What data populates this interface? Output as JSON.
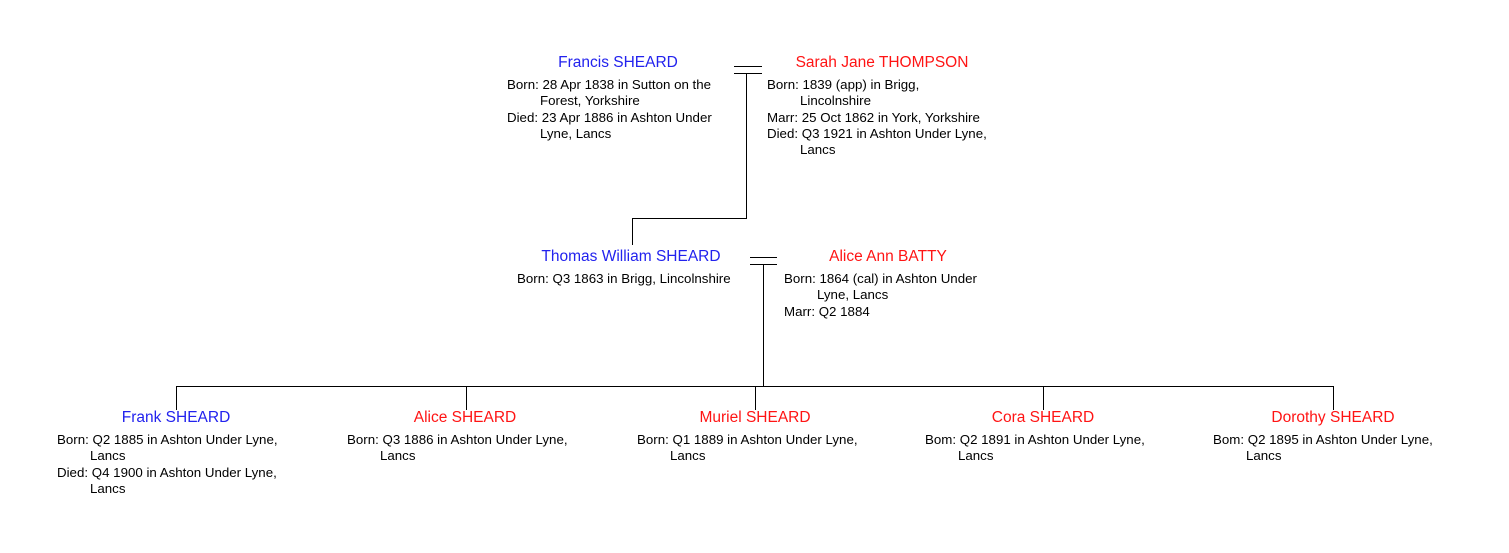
{
  "colors": {
    "male_name": "#2222ee",
    "female_name": "#ff1414",
    "connector": "#000000",
    "detail_text": "#000000",
    "background": "#ffffff"
  },
  "generation1": {
    "husband": {
      "name": "Francis SHEARD",
      "gender": "male",
      "details": [
        {
          "text": "Born: 28 Apr 1838 in Sutton on the",
          "indent": false
        },
        {
          "text": "Forest, Yorkshire",
          "indent": true
        },
        {
          "text": "Died: 23 Apr 1886 in Ashton Under",
          "indent": false
        },
        {
          "text": "Lyne, Lancs",
          "indent": true
        }
      ]
    },
    "wife": {
      "name": "Sarah Jane THOMPSON",
      "gender": "female",
      "details": [
        {
          "text": "Born: 1839 (app) in Brigg,",
          "indent": false
        },
        {
          "text": "Lincolnshire",
          "indent": true
        },
        {
          "text": "Marr: 25 Oct 1862 in York, Yorkshire",
          "indent": false
        },
        {
          "text": "Died: Q3 1921 in Ashton Under Lyne,",
          "indent": false
        },
        {
          "text": "Lancs",
          "indent": true
        }
      ]
    }
  },
  "generation2": {
    "husband": {
      "name": "Thomas William SHEARD",
      "gender": "male",
      "details": [
        {
          "text": "Born: Q3 1863 in Brigg, Lincolnshire",
          "indent": false
        }
      ]
    },
    "wife": {
      "name": "Alice Ann BATTY",
      "gender": "female",
      "details": [
        {
          "text": "Born: 1864 (cal) in Ashton Under",
          "indent": false
        },
        {
          "text": "Lyne, Lancs",
          "indent": true
        },
        {
          "text": "Marr: Q2 1884",
          "indent": false
        }
      ]
    }
  },
  "children": [
    {
      "name": "Frank SHEARD",
      "gender": "male",
      "details": [
        {
          "text": "Born: Q2 1885 in Ashton Under Lyne,",
          "indent": false
        },
        {
          "text": "Lancs",
          "indent": true
        },
        {
          "text": "Died: Q4 1900 in Ashton Under Lyne,",
          "indent": false
        },
        {
          "text": "Lancs",
          "indent": true
        }
      ]
    },
    {
      "name": "Alice SHEARD",
      "gender": "female",
      "details": [
        {
          "text": "Born: Q3 1886 in Ashton Under Lyne,",
          "indent": false
        },
        {
          "text": "Lancs",
          "indent": true
        }
      ]
    },
    {
      "name": "Muriel SHEARD",
      "gender": "female",
      "details": [
        {
          "text": "Born: Q1 1889 in Ashton Under Lyne,",
          "indent": false
        },
        {
          "text": "Lancs",
          "indent": true
        }
      ]
    },
    {
      "name": "Cora SHEARD",
      "gender": "female",
      "details": [
        {
          "text": "Bom: Q2 1891 in Ashton Under Lyne,",
          "indent": false
        },
        {
          "text": "Lancs",
          "indent": true
        }
      ]
    },
    {
      "name": "Dorothy SHEARD",
      "gender": "female",
      "details": [
        {
          "text": "Bom: Q2 1895 in Ashton Under Lyne,",
          "indent": false
        },
        {
          "text": "Lancs",
          "indent": true
        }
      ]
    }
  ]
}
